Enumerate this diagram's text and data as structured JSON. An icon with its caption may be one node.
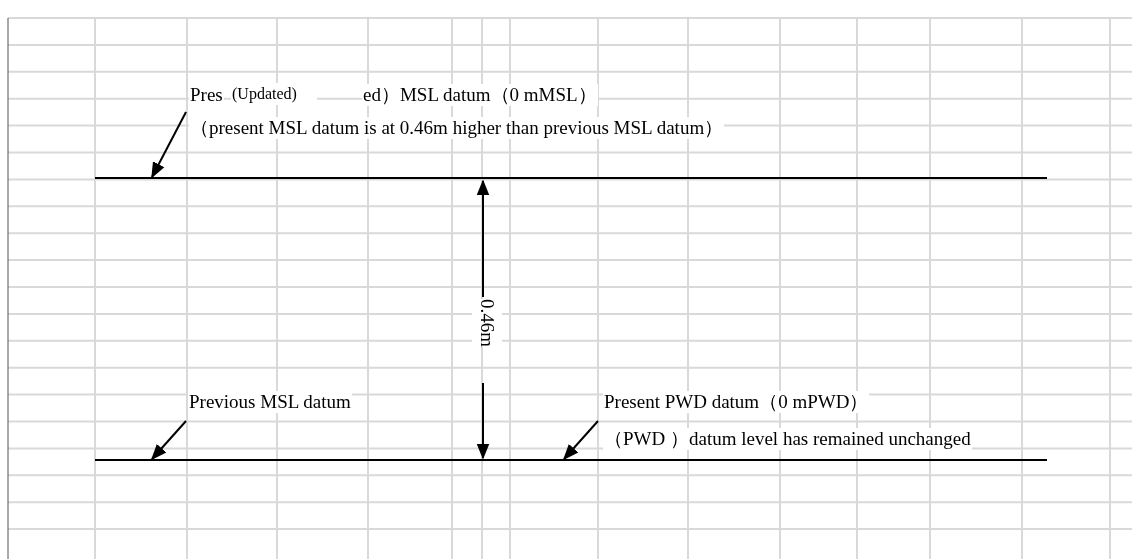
{
  "diagram": {
    "nodes": [
      {
        "text": [
          "Pres",
          "ed）MSL datum（0 mMSL）",
          "（present MSL datum is at 0.46m higher than previous MSL datum）"
        ]
      },
      {
        "text": [],
        "shape": "line"
      },
      {
        "text": [
          "Previous MSL datum"
        ]
      },
      {
        "text": [],
        "shape": "line"
      },
      {
        "text": [
          "Present PWD datum（0 mPWD）",
          "（PWD ）datum level has remained unchanged"
        ]
      }
    ],
    "edges": [
      {
        "from": 0,
        "to": 1,
        "arrow": "to"
      },
      {
        "from": 2,
        "to": 3,
        "arrow": "to"
      },
      {
        "from": 4,
        "to": 3,
        "arrow": "to"
      }
    ],
    "labels": [
      "(Updated)",
      "0.46m"
    ]
  }
}
